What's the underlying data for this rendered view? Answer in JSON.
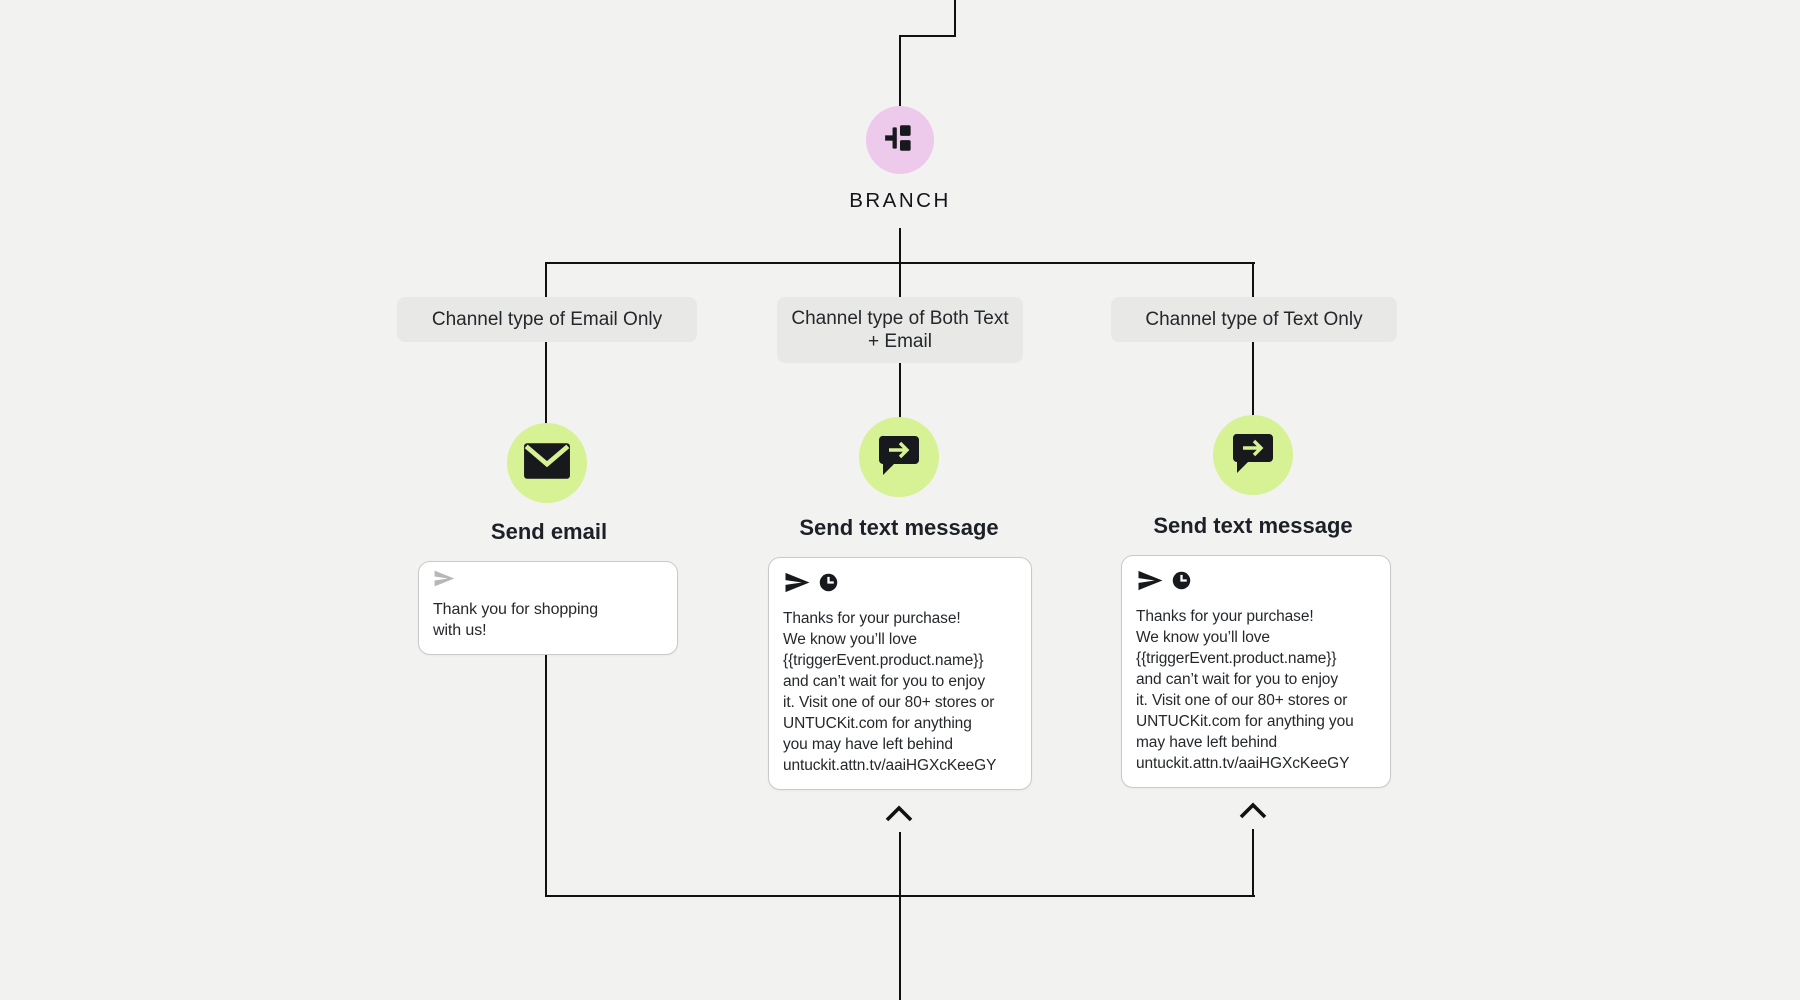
{
  "branch_node": {
    "label": "BRANCH"
  },
  "branches": [
    {
      "condition": "Channel type of Email Only",
      "action_label": "Send email",
      "action_type": "email",
      "message": "Thank you for shopping\nwith us!"
    },
    {
      "condition": "Channel type of Both Text + Email",
      "action_label": "Send text message",
      "action_type": "text",
      "message": "Thanks for your purchase!\nWe know you’ll love\n{{triggerEvent.product.name}}\nand can’t wait for you to enjoy\nit. Visit one of our 80+ stores or\nUNTUCKit.com for anything\nyou may have left behind\nuntuckit.attn.tv/aaiHGXcKeeGY"
    },
    {
      "condition": "Channel type of Text Only",
      "action_label": "Send text message",
      "action_type": "text",
      "message": "Thanks for your purchase!\nWe know you’ll love\n{{triggerEvent.product.name}}\nand can’t wait for you to enjoy\nit. Visit one of our 80+ stores or\nUNTUCKit.com for anything you\nmay have left behind\nuntuckit.attn.tv/aaiHGXcKeeGY"
    }
  ],
  "icons": {
    "branch": "branch-icon",
    "email": "envelope-icon",
    "text": "chat-forward-icon",
    "send": "send-icon",
    "clock": "clock-icon",
    "collapse": "chevron-up-icon"
  },
  "colors": {
    "background": "#f2f2f1",
    "branch_circle": "#edc9ec",
    "action_circle": "#d7f195",
    "condition_pill": "#e8e9e7",
    "connector": "#111111",
    "card_background": "#ffffff",
    "card_border": "#c9cac8",
    "text": "#1d2127",
    "muted_icon": "#b7b8b6"
  }
}
